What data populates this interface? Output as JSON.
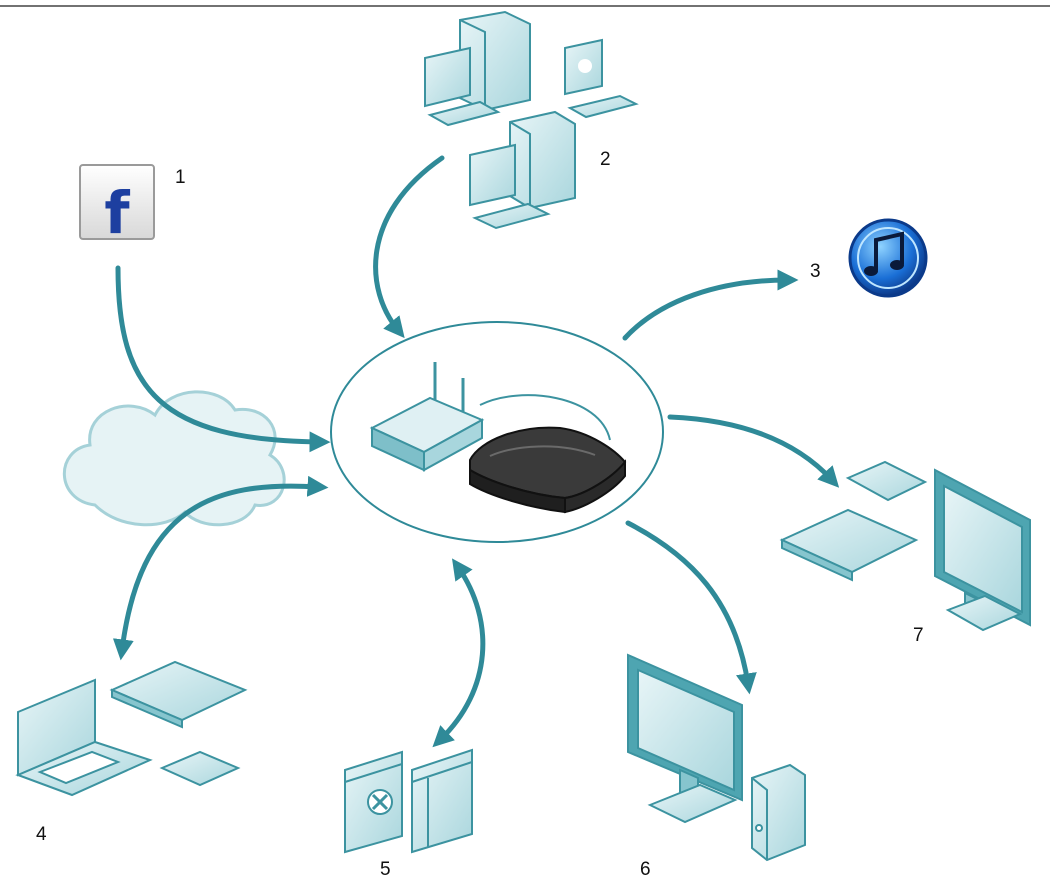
{
  "diagram": {
    "nodes": [
      {
        "id": "facebook",
        "label": "1",
        "icon": "facebook-icon"
      },
      {
        "id": "desktops",
        "label": "2",
        "icon": "desktop-computers-icon"
      },
      {
        "id": "itunes",
        "label": "3",
        "icon": "music-note-icon"
      },
      {
        "id": "mobile-devices",
        "label": "4",
        "icon": "laptop-tablet-phone-icon"
      },
      {
        "id": "browser-windows",
        "label": "5",
        "icon": "browser-window-icon"
      },
      {
        "id": "pc-monitor",
        "label": "6",
        "icon": "monitor-tower-icon"
      },
      {
        "id": "tablets-monitor",
        "label": "7",
        "icon": "tablet-monitor-icon"
      }
    ],
    "hub_icons": [
      "wireless-router-icon",
      "set-top-box-icon",
      "cloud-icon"
    ],
    "colors": {
      "arrow": "#2f8a98",
      "device_stroke": "#3c93a0",
      "device_fill": "#bfe2e7",
      "device_dark": "#86c5ce",
      "box": "#2f2f2f",
      "cloud": "#cfe7ea"
    }
  }
}
